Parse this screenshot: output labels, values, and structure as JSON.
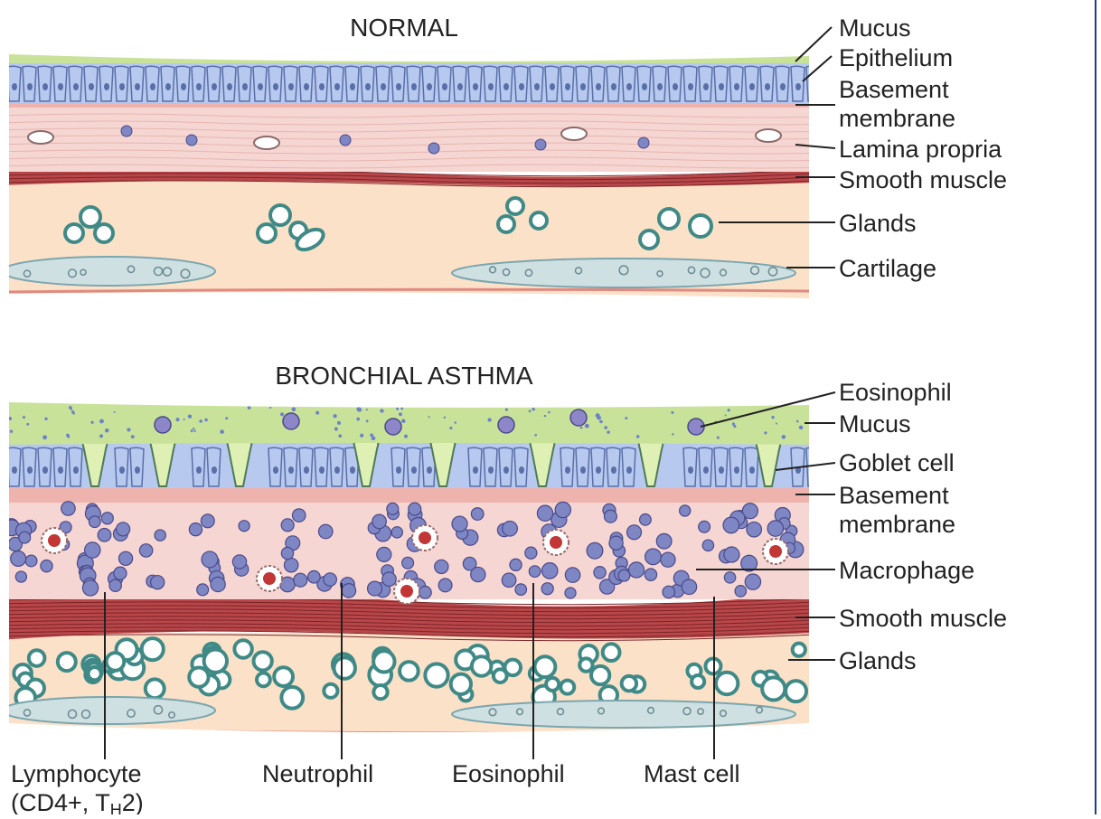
{
  "normal": {
    "title": "NORMAL",
    "labels": {
      "mucus": "Mucus",
      "epithelium": "Epithelium",
      "basement_line1": "Basement",
      "basement_line2": "membrane",
      "lamina_propria": "Lamina propria",
      "smooth_muscle": "Smooth muscle",
      "glands": "Glands",
      "cartilage": "Cartilage"
    }
  },
  "asthma": {
    "title": "BRONCHIAL ASTHMA",
    "labels": {
      "eosinophil_top": "Eosinophil",
      "mucus": "Mucus",
      "goblet_cell": "Goblet cell",
      "basement_line1": "Basement",
      "basement_line2": "membrane",
      "macrophage": "Macrophage",
      "smooth_muscle": "Smooth muscle",
      "glands": "Glands"
    },
    "bottom_labels": {
      "lymphocyte_line1": "Lymphocyte",
      "lymphocyte_line2_prefix": "(CD4+, T",
      "lymphocyte_line2_sub": "H",
      "lymphocyte_line2_suffix": "2)",
      "neutrophil": "Neutrophil",
      "eosinophil": "Eosinophil",
      "mast_cell": "Mast cell"
    }
  },
  "colors": {
    "mucus": "#c9e29a",
    "epithelium": "#b7c9ee",
    "epithelium_stroke": "#5a6fa8",
    "lamina": "#f6d6d2",
    "basement": "#efb3ad",
    "muscle": "#b9474a",
    "submucosa": "#fbe1c8",
    "gland_ring": "#3f8a86",
    "cartilage": "#cfe0e3",
    "inflammatory_cell": "#7f86c4",
    "red_cell": "#c23636",
    "right_edge": "#1c3d8c"
  }
}
